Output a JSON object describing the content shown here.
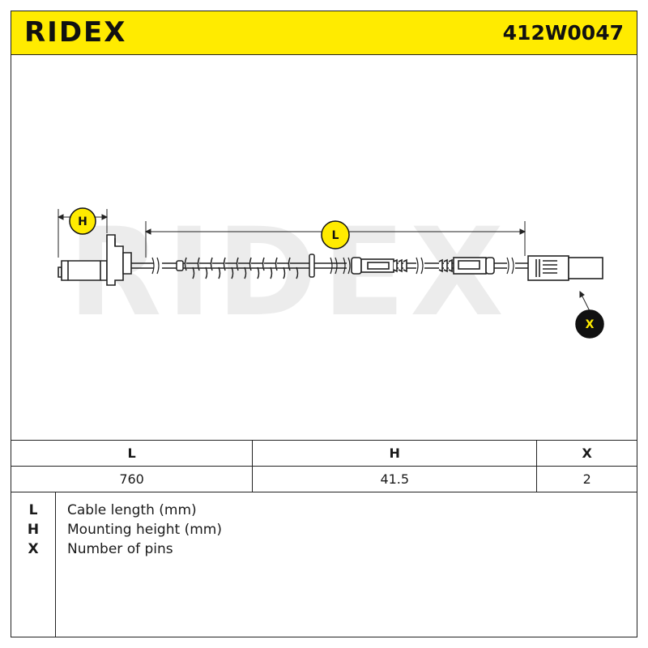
{
  "header": {
    "brand": "RIDEX",
    "part_number": "412W0047",
    "background_color": "#ffeb00"
  },
  "drawing": {
    "watermark": "RIDEX",
    "callouts": {
      "h": "H",
      "l": "L",
      "x": "X"
    }
  },
  "dimensions_table": {
    "headers": [
      "L",
      "H",
      "X"
    ],
    "values": [
      "760",
      "41.5",
      "2"
    ]
  },
  "legend": [
    {
      "key": "L",
      "description": "Cable length (mm)"
    },
    {
      "key": "H",
      "description": "Mounting height (mm)"
    },
    {
      "key": "X",
      "description": "Number of pins"
    }
  ]
}
